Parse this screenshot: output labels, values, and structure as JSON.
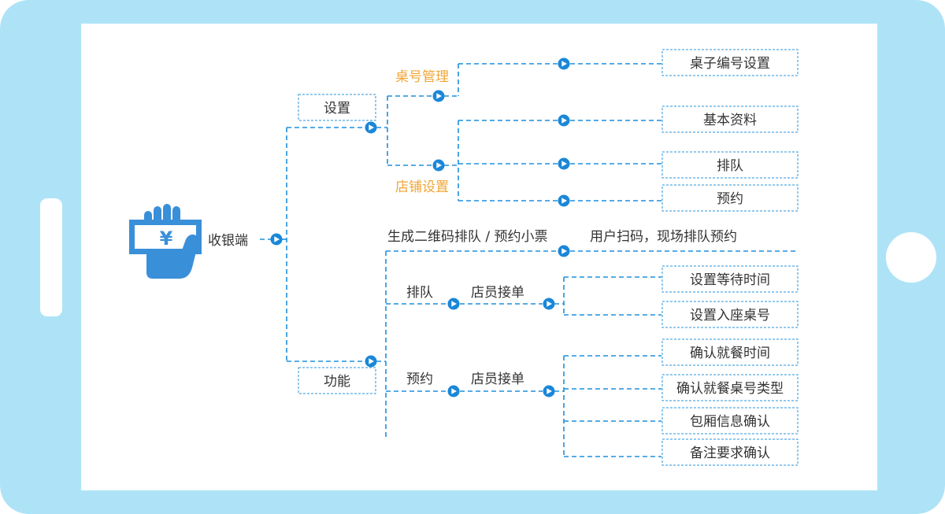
{
  "colors": {
    "frame": "#aee3f7",
    "line": "#1e8fde",
    "accent_orange": "#f0a636",
    "text": "#333333",
    "node": "#1a87d8"
  },
  "icons": {
    "root": "hand-holding-yuan-note-icon",
    "connector": "play-circle-icon"
  },
  "root": {
    "label": "收银端",
    "symbol": "¥"
  },
  "settings": {
    "label": "设置",
    "table_mgmt": {
      "label": "桌号管理",
      "children": [
        "桌子编号设置"
      ]
    },
    "store_settings": {
      "label": "店铺设置",
      "children": [
        "基本资料",
        "排队",
        "预约"
      ]
    }
  },
  "functions": {
    "label": "功能",
    "qr": {
      "label": "生成二维码排队 / 预约小票",
      "result": "用户扫码，现场排队预约"
    },
    "queue": {
      "label": "排队",
      "step": "店员接单",
      "children": [
        "设置等待时间",
        "设置入座桌号"
      ]
    },
    "reserve": {
      "label": "预约",
      "step": "店员接单",
      "children": [
        "确认就餐时间",
        "确认就餐桌号类型",
        "包厢信息确认",
        "备注要求确认"
      ]
    }
  }
}
